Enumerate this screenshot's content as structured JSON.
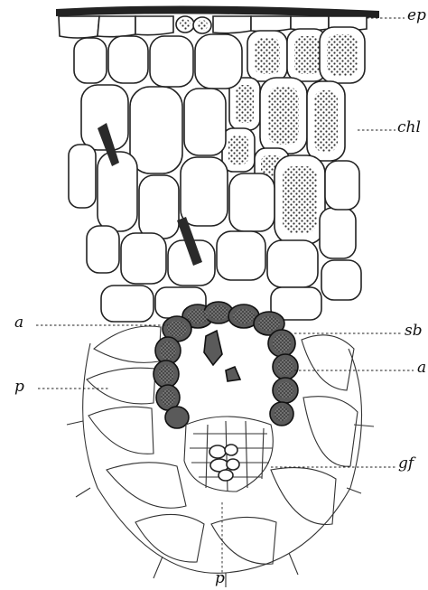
{
  "figure": {
    "labels": {
      "ep": "ep",
      "chl": "chl",
      "a_left": "a",
      "sb": "sb",
      "a_right": "a",
      "p_left": "p",
      "gf": "gf",
      "p_bottom": "p"
    }
  }
}
